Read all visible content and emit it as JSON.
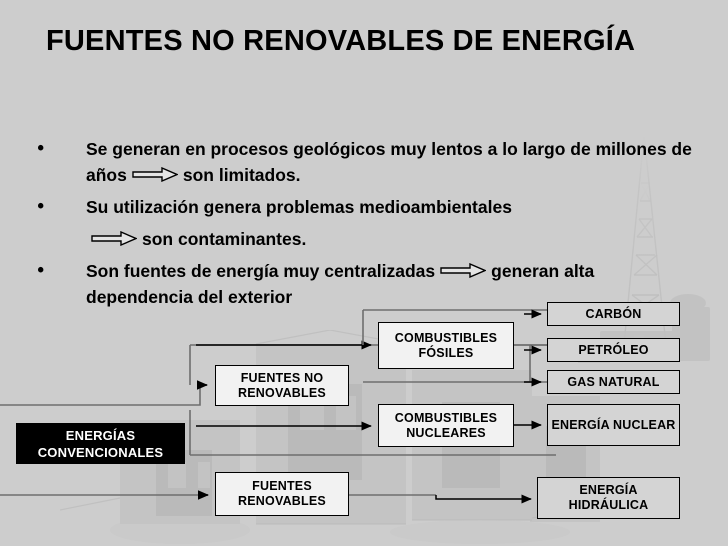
{
  "slide": {
    "title": "FUENTES NO RENOVABLES DE ENERGÍA",
    "background_color": "#cdcdcd",
    "text_color": "#000000",
    "watermark": "industrial-oil-derrick-photo"
  },
  "bullets": [
    {
      "marker": "•",
      "text_before_arrow": "Se generan en procesos geológicos muy lentos a lo largo de millones de años",
      "arrow": "hollow-right-arrow",
      "text_after_arrow": "son limitados."
    },
    {
      "marker": "•",
      "text_before_arrow": "Su utilización genera problemas medioambientales",
      "arrow": "hollow-right-arrow",
      "text_after_arrow": "son contaminantes.",
      "arrow_on_next_line": true
    },
    {
      "marker": "•",
      "text_before_arrow": "Son fuentes de energía muy centralizadas",
      "arrow": "hollow-right-arrow",
      "text_after_arrow": "generan alta dependencia del exterior"
    }
  ],
  "diagram": {
    "nodes": {
      "energias_convencionales": {
        "label": "ENERGÍAS CONVENCIONALES",
        "style": "black"
      },
      "fuentes_no_renovables": {
        "label": "FUENTES NO RENOVABLES",
        "style": "white"
      },
      "fuentes_renovables": {
        "label": "FUENTES RENOVABLES",
        "style": "white"
      },
      "combustibles_fosiles": {
        "label": "COMBUSTIBLES FÓSILES",
        "style": "white"
      },
      "combustibles_nucleares": {
        "label": "COMBUSTIBLES NUCLEARES",
        "style": "white"
      },
      "carbon": {
        "label": "CARBÓN",
        "style": "gray"
      },
      "petroleo": {
        "label": "PETRÓLEO",
        "style": "gray"
      },
      "gas_natural": {
        "label": "GAS NATURAL",
        "style": "gray"
      },
      "energia_nuclear": {
        "label": "ENERGÍA NUCLEAR",
        "style": "gray"
      },
      "energia_hidraulica": {
        "label": "ENERGÍA HIDRÁULICA",
        "style": "gray"
      }
    },
    "edges": [
      {
        "from": "energias_convencionales",
        "to": "fuentes_no_renovables"
      },
      {
        "from": "energias_convencionales",
        "to": "fuentes_renovables"
      },
      {
        "from": "fuentes_no_renovables",
        "to": "combustibles_fosiles"
      },
      {
        "from": "fuentes_no_renovables",
        "to": "combustibles_nucleares"
      },
      {
        "from": "combustibles_fosiles",
        "to": "carbon"
      },
      {
        "from": "combustibles_fosiles",
        "to": "petroleo"
      },
      {
        "from": "combustibles_fosiles",
        "to": "gas_natural"
      },
      {
        "from": "combustibles_nucleares",
        "to": "energia_nuclear"
      },
      {
        "from": "fuentes_renovables",
        "to": "energia_hidraulica"
      }
    ]
  }
}
